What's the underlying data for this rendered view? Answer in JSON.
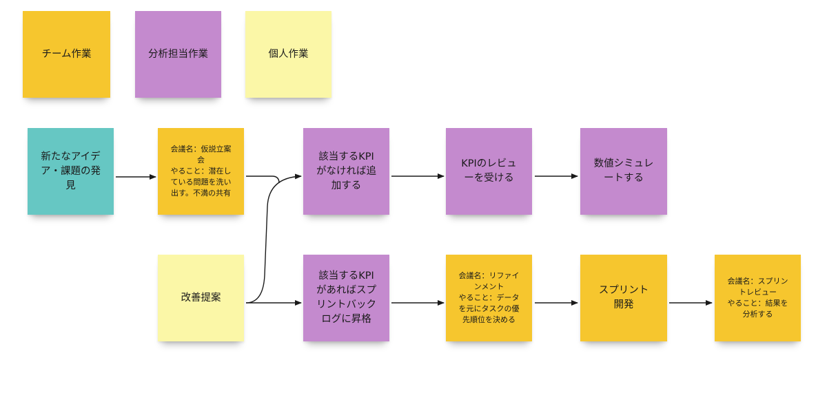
{
  "colors": {
    "team": "#f6c62e",
    "analyst": "#c48ace",
    "individual": "#fbf7a7",
    "idea": "#66c7c3",
    "arrow": "#1a1a1a"
  },
  "legend": {
    "team": "チーム作業",
    "analyst": "分析担当作業",
    "individual": "個人作業"
  },
  "notes": {
    "new_idea": "新たなアイデ\nア・課題の発\n見",
    "hypothesis_meeting": "会議名：仮説立案\n会\nやること：潜在し\nている問題を洗い\n出す。不満の共有",
    "kpi_add": "該当するKPI\nがなければ追\n加する",
    "kpi_review": "KPIのレビュ\nーを受ける",
    "simulation": "数値シミュレ\nートする",
    "improvement": "改善提案",
    "kpi_backlog": "該当するKPI\nがあればスプ\nリントバック\nログに昇格",
    "refinement_meeting": "会議名：リファイ\nンメント\nやること：データ\nを元にタスクの優\n先順位を決める",
    "sprint_dev": "スプリント\n開発",
    "sprint_review": "会議名：スプリン\nトレビュー\nやること：結果を\n分析する"
  }
}
